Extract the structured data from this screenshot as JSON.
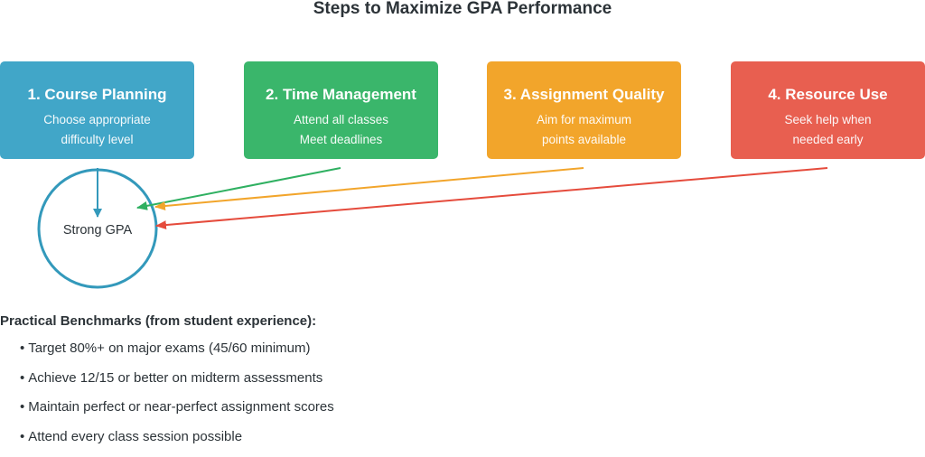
{
  "title": "Steps to Maximize GPA Performance",
  "steps": [
    {
      "title": "1. Course Planning",
      "lines": [
        "Choose appropriate",
        "difficulty level"
      ],
      "color": "#41a6c8"
    },
    {
      "title": "2. Time Management",
      "lines": [
        "Attend all classes",
        "Meet deadlines"
      ],
      "color": "#3ab66b"
    },
    {
      "title": "3. Assignment Quality",
      "lines": [
        "Aim for maximum",
        "points available"
      ],
      "color": "#f2a52b"
    },
    {
      "title": "4. Resource Use",
      "lines": [
        "Seek help when",
        "needed early"
      ],
      "color": "#e85f50"
    }
  ],
  "goal": {
    "label": "Strong GPA",
    "color": "#3399bb"
  },
  "benchmarks": {
    "heading": "Practical Benchmarks (from student experience):",
    "items": [
      "Target 80%+ on major exams (45/60 minimum)",
      "Achieve 12/15 or better on midterm assessments",
      "Maintain perfect or near-perfect assignment scores",
      "Attend every class session possible"
    ]
  }
}
